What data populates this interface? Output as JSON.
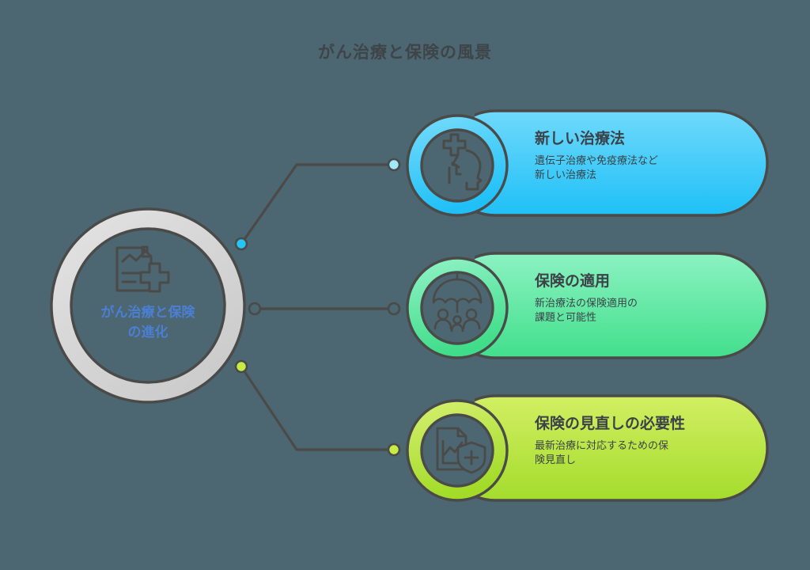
{
  "page": {
    "title": "がん治療と保険の風景",
    "background_color": "#4c6771",
    "text_color": "#3b4248"
  },
  "hub": {
    "label_line1": "がん治療と保険",
    "label_line2": "の進化",
    "icon": "medical-report-icon",
    "ring_color": "#d5d5d5",
    "label_color": "#4a7fd4"
  },
  "nodes": [
    {
      "title": "新しい治療法",
      "description_line1": "遺伝子治療や免疫療法など",
      "description_line2": "新しい治療法",
      "icon": "head-medical-cross-icon",
      "color_light": "#6cd7fb",
      "color_dark": "#21bdf5",
      "dot_color": "#22c6f8",
      "connector": "elbow-up"
    },
    {
      "title": "保険の適用",
      "description_line1": "新治療法の保険適用の",
      "description_line2": "課題と可能性",
      "icon": "umbrella-family-icon",
      "color_light": "#86f0be",
      "color_dark": "#45e08f",
      "dot_color": "#4c6771",
      "connector": "straight"
    },
    {
      "title": "保険の見直しの必要性",
      "description_line1": "最新治療に対応するための保",
      "description_line2": "険見直し",
      "icon": "document-shield-icon",
      "color_light": "#cbec5a",
      "color_dark": "#a8dd33",
      "dot_color": "#c8ec46",
      "connector": "elbow-down"
    }
  ]
}
